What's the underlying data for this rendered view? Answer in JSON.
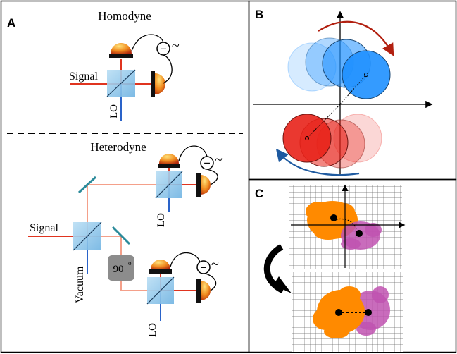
{
  "panels": {
    "a": {
      "label": "A",
      "homodyne": {
        "title": "Homodyne",
        "signal_label": "Signal",
        "lo_label": "LO",
        "minus_symbol": "−",
        "wave_symbol": "~"
      },
      "heterodyne": {
        "title": "Heterodyne",
        "signal_label": "Signal",
        "vacuum_label": "Vacuum",
        "phase_label": "90",
        "phase_unit": "o",
        "lo_label_top": "LO",
        "lo_label_bottom": "LO",
        "minus_symbol": "−",
        "wave_symbol": "~"
      }
    },
    "b": {
      "label": "B"
    },
    "c": {
      "label": "C"
    }
  },
  "colors": {
    "beam": "#e0341f",
    "beam_light": "#f4a08a",
    "lo_beam": "#2a63c9",
    "splitter": "#8fc8ea",
    "detector": "#e8731c",
    "blue_state": "#1e90ff",
    "red_state": "#e8221a",
    "orange_cloud": "#ff8a00",
    "purple_cloud": "#c052b0",
    "gray_box": "#8c8c8c"
  }
}
